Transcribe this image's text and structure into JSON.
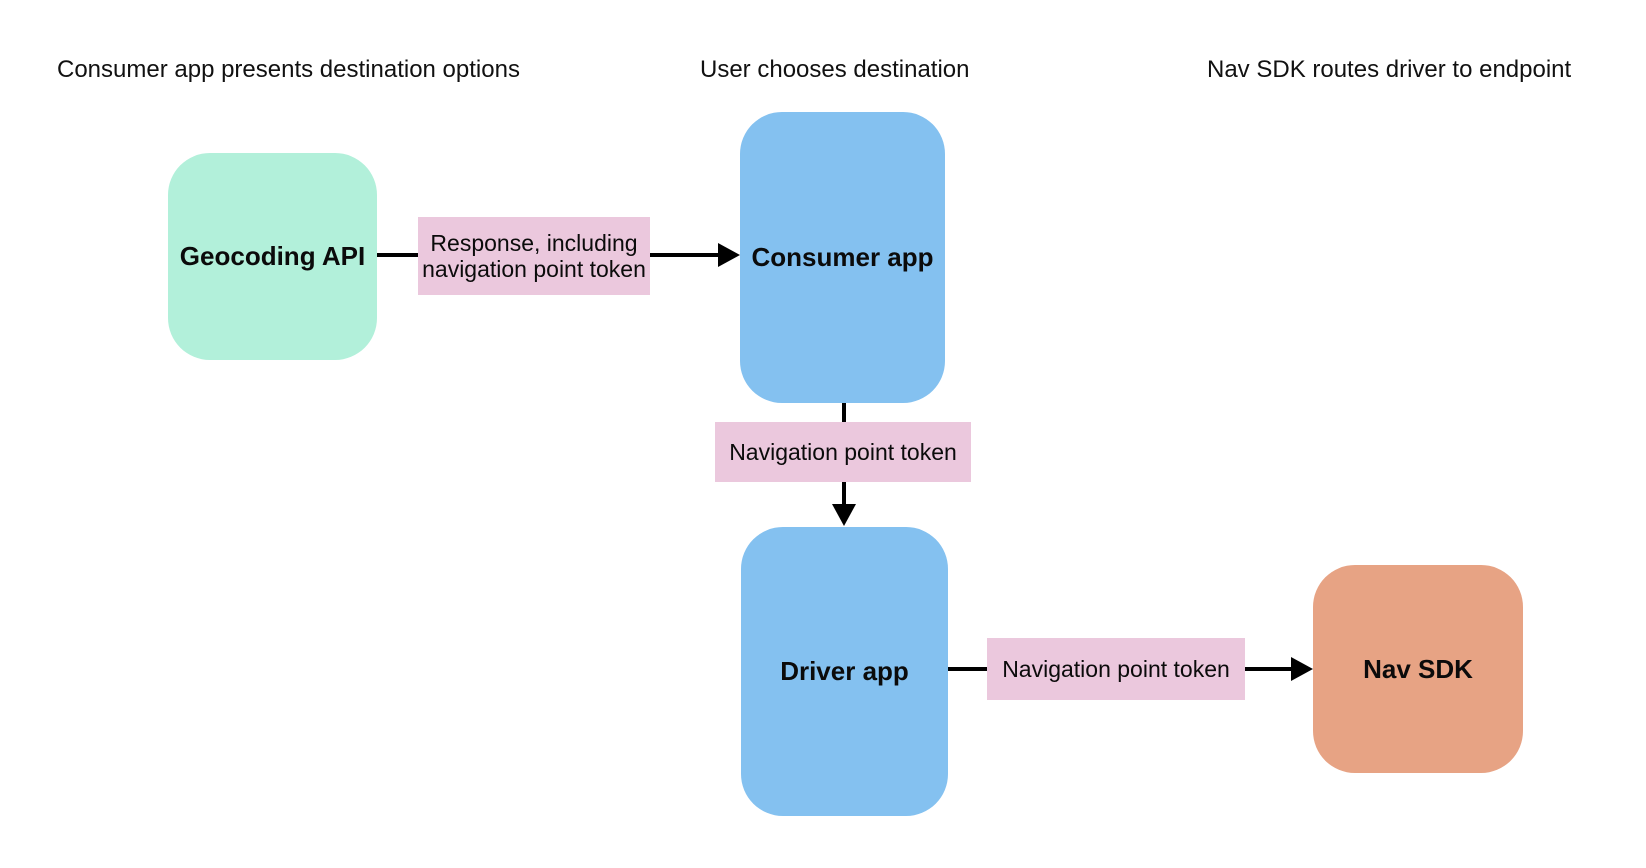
{
  "diagram": {
    "background": "#ffffff",
    "colors": {
      "node_green": "#B2F0DA",
      "node_blue": "#84C1F0",
      "node_salmon": "#E7A384",
      "edge_label_pink": "#EBC8DD",
      "arrow": "#000000",
      "text": "#111111"
    },
    "column_headers": [
      {
        "text": "Consumer app presents destination options"
      },
      {
        "text": "User chooses destination"
      },
      {
        "text": "Nav SDK routes driver to endpoint"
      }
    ],
    "nodes": [
      {
        "id": "geocoding-api",
        "label": "Geocoding API",
        "color": "#B2F0DA"
      },
      {
        "id": "consumer-app",
        "label": "Consumer app",
        "color": "#84C1F0"
      },
      {
        "id": "driver-app",
        "label": "Driver app",
        "color": "#84C1F0"
      },
      {
        "id": "nav-sdk",
        "label": "Nav SDK",
        "color": "#E7A384"
      }
    ],
    "edges": [
      {
        "from": "geocoding-api",
        "to": "consumer-app",
        "direction": "right",
        "label": "Response, including navigation point token"
      },
      {
        "from": "consumer-app",
        "to": "driver-app",
        "direction": "down",
        "label": "Navigation point token"
      },
      {
        "from": "driver-app",
        "to": "nav-sdk",
        "direction": "right",
        "label": "Navigation point token"
      }
    ]
  }
}
